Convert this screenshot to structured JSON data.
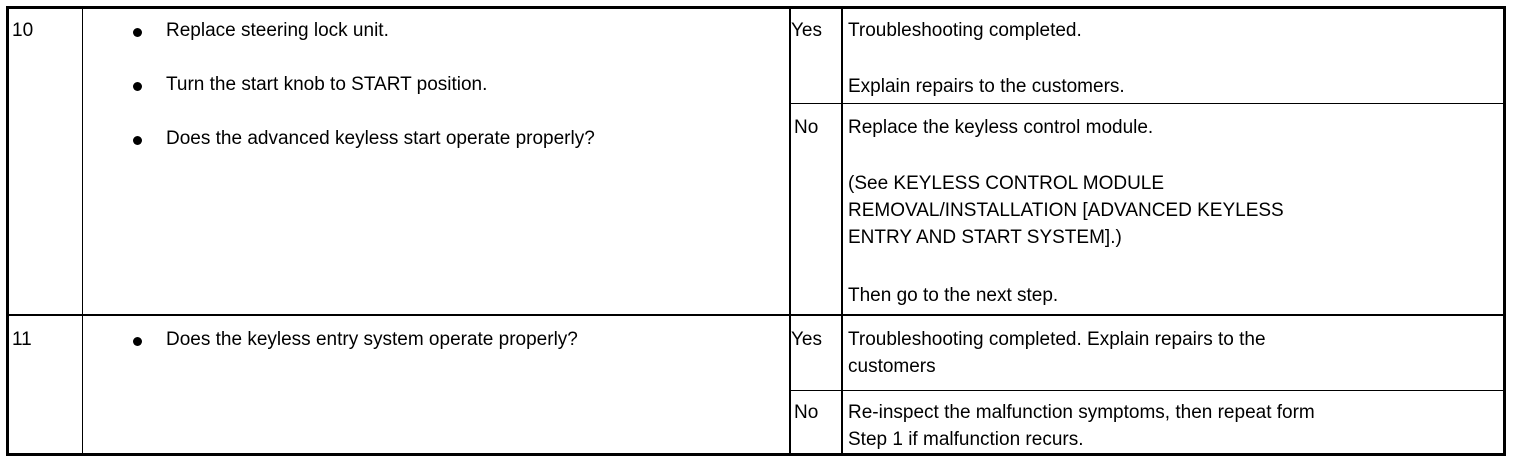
{
  "steps": [
    {
      "number": "10",
      "actions": [
        "Replace steering lock unit.",
        "Turn the start knob to START position.",
        "Does the advanced keyless start operate properly?"
      ],
      "outcomes": [
        {
          "answer": "Yes",
          "lines": [
            "Troubleshooting completed.",
            "Explain repairs to the customers."
          ]
        },
        {
          "answer": "No",
          "lines": [
            "Replace the keyless control module.",
            "(See KEYLESS CONTROL MODULE",
            "REMOVAL/INSTALLATION [ADVANCED KEYLESS",
            "ENTRY AND START SYSTEM].)",
            "Then go to the next step."
          ]
        }
      ]
    },
    {
      "number": "11",
      "actions": [
        "Does the keyless entry system operate properly?"
      ],
      "outcomes": [
        {
          "answer": "Yes",
          "lines": [
            "Troubleshooting completed. Explain repairs to the",
            "customers"
          ]
        },
        {
          "answer": "No",
          "lines": [
            "Re-inspect the malfunction symptoms, then repeat form",
            "Step 1 if malfunction recurs."
          ]
        }
      ]
    }
  ]
}
